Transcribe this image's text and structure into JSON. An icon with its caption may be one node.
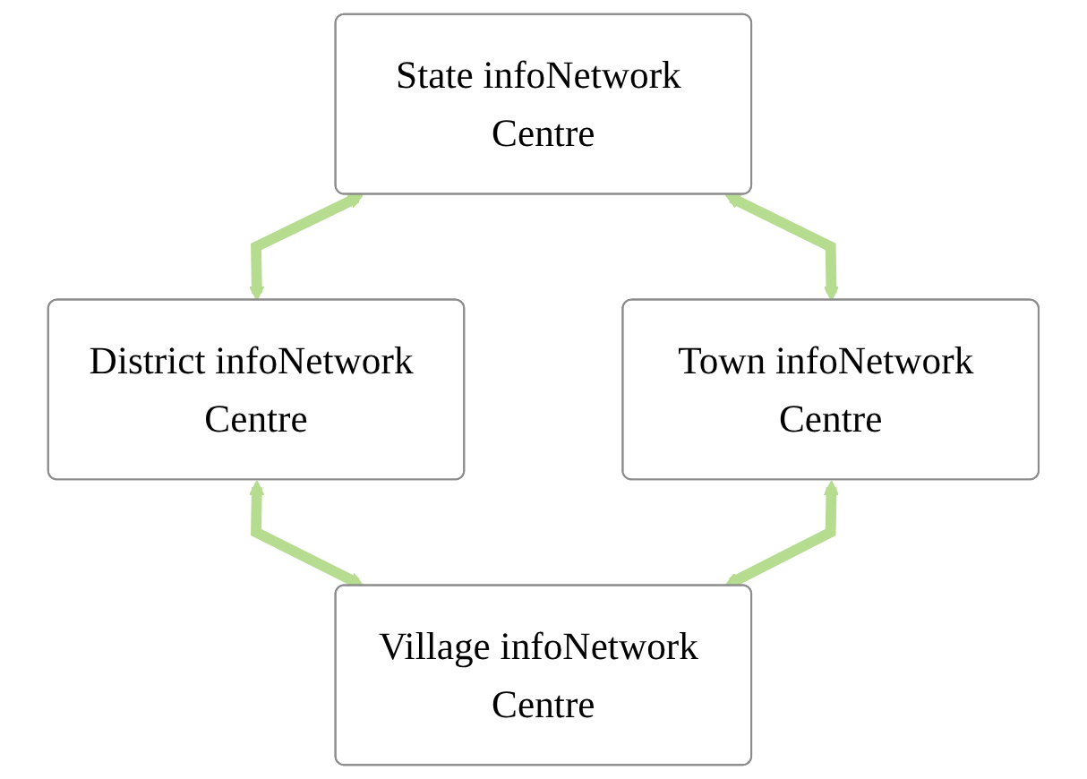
{
  "diagram": {
    "nodes": [
      {
        "text": [
          "State infoNetwork Centre"
        ]
      },
      {
        "text": [
          "District infoNetwork Centre"
        ]
      },
      {
        "text": [
          "Town infoNetwork Centre"
        ]
      },
      {
        "text": [
          "Village infoNetwork Centre"
        ]
      }
    ],
    "edges": [
      {
        "from": 0,
        "to": 1,
        "arrow": "both"
      },
      {
        "from": 0,
        "to": 2,
        "arrow": "both"
      },
      {
        "from": 1,
        "to": 3,
        "arrow": "both"
      },
      {
        "from": 2,
        "to": 3,
        "arrow": "both"
      }
    ]
  }
}
